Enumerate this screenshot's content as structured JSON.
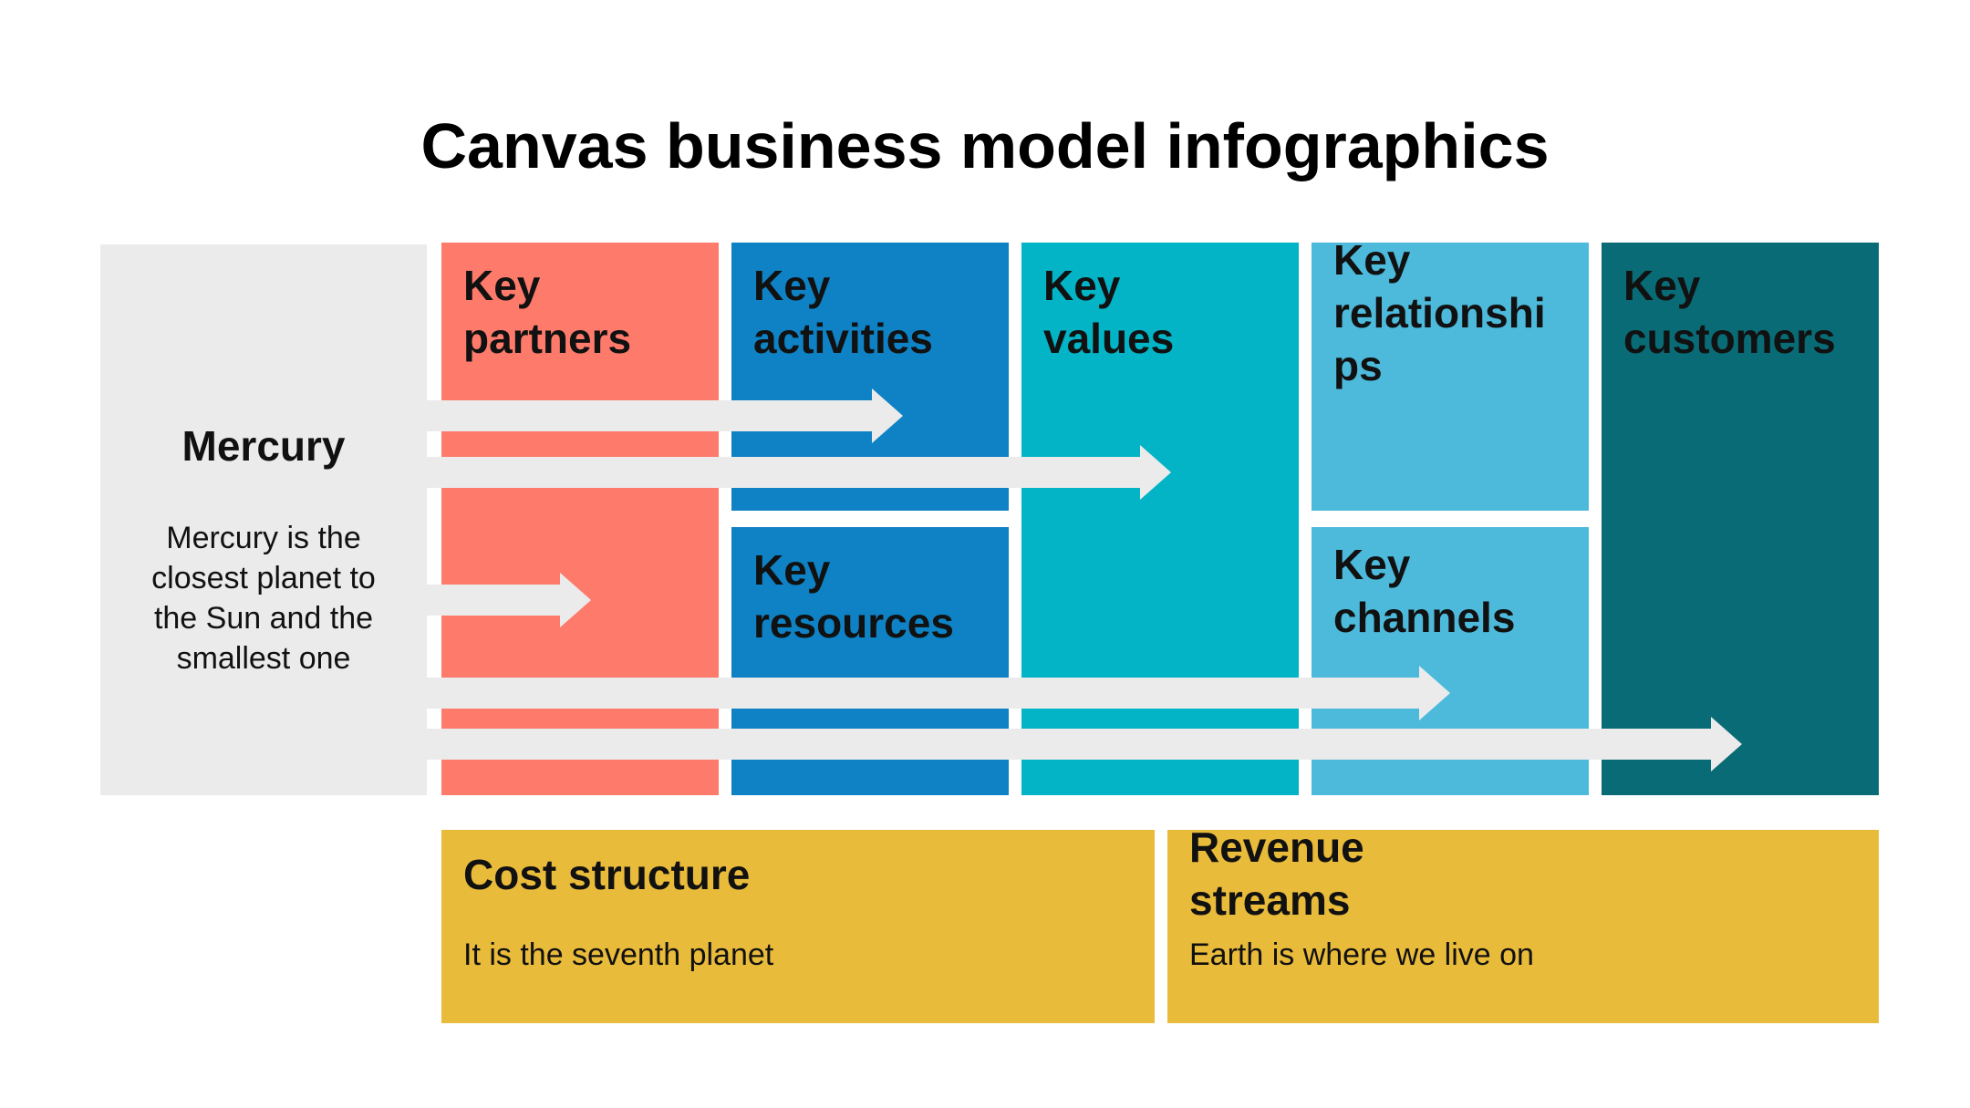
{
  "title": "Canvas business model infographics",
  "sidebar": {
    "title": "Mercury",
    "description": "Mercury is the closest planet to the Sun and the smallest one"
  },
  "blocks": {
    "key_partners": {
      "label": "Key\npartners",
      "color": "#fe7b6b"
    },
    "key_activities": {
      "label": "Key\nactivities",
      "color": "#0e82c4"
    },
    "key_resources": {
      "label": "Key\nresources",
      "color": "#0e82c4"
    },
    "key_values": {
      "label": "Key\nvalues",
      "color": "#03b4c6"
    },
    "key_relationships": {
      "label": "Key\nrelationshi\nps",
      "color": "#4dbadb"
    },
    "key_channels": {
      "label": "Key\nchannels",
      "color": "#4dbadb"
    },
    "key_customers": {
      "label": "Key\ncustomers",
      "color": "#096b75"
    }
  },
  "bottom": {
    "cost_structure": {
      "label": "Cost structure",
      "description": "It is the seventh planet",
      "color": "#e9bb3b"
    },
    "revenue_streams": {
      "label": "Revenue\nstreams",
      "description": "Earth is where we live on",
      "color": "#e9bb3b"
    }
  },
  "arrow_color": "#ebebeb"
}
